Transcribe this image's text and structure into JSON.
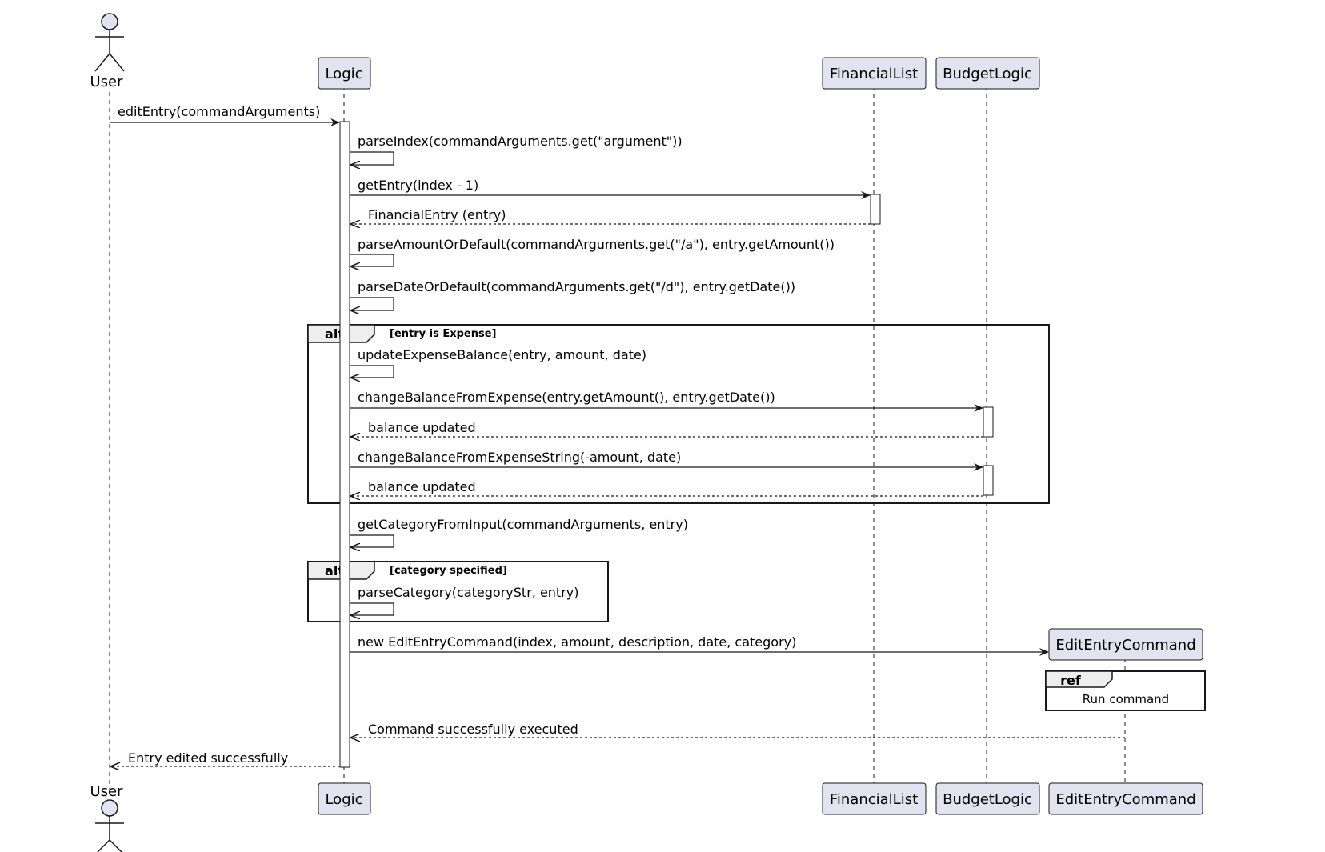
{
  "participants": {
    "user": "User",
    "logic": "Logic",
    "financial_list": "FinancialList",
    "budget_logic": "BudgetLogic",
    "edit_entry_command": "EditEntryCommand"
  },
  "messages": {
    "m1": "editEntry(commandArguments)",
    "m2": "parseIndex(commandArguments.get(\"argument\"))",
    "m3": "getEntry(index - 1)",
    "m4": "FinancialEntry (entry)",
    "m5": "parseAmountOrDefault(commandArguments.get(\"/a\"), entry.getAmount())",
    "m6": "parseDateOrDefault(commandArguments.get(\"/d\"), entry.getDate())",
    "m7": "updateExpenseBalance(entry, amount, date)",
    "m8": "changeBalanceFromExpense(entry.getAmount(), entry.getDate())",
    "m9": "balance updated",
    "m10": "changeBalanceFromExpenseString(-amount, date)",
    "m11": "balance updated",
    "m12": "getCategoryFromInput(commandArguments, entry)",
    "m13": "parseCategory(categoryStr, entry)",
    "m14": "new EditEntryCommand(index, amount, description, date, category)",
    "m15": "Command successfully executed",
    "m16": "Entry edited successfully"
  },
  "frames": {
    "alt1": {
      "keyword": "alt",
      "guard": "[entry is Expense]"
    },
    "alt2": {
      "keyword": "alt",
      "guard": "[category specified]"
    },
    "ref": {
      "keyword": "ref",
      "text": "Run command"
    }
  },
  "colors": {
    "participant_fill": "#e2e2f0",
    "participant_border": "#181818",
    "line": "#181818",
    "frame_header_fill": "#eeeeee",
    "background": "#ffffff"
  }
}
